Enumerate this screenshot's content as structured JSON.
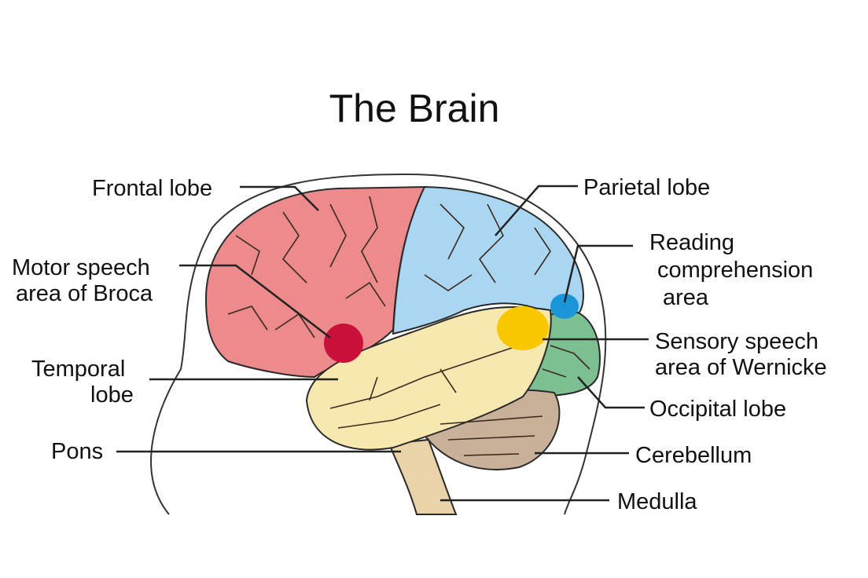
{
  "title": "The Brain",
  "labels": {
    "frontal": "Frontal lobe",
    "parietal": "Parietal lobe",
    "broca_1": "Motor speech",
    "broca_2": "area of Broca",
    "reading_1": "Reading",
    "reading_2": "comprehension",
    "reading_3": "area",
    "temporal_1": "Temporal",
    "temporal_2": "lobe",
    "wernicke_1": "Sensory speech",
    "wernicke_2": "area of Wernicke",
    "occipital": "Occipital lobe",
    "pons": "Pons",
    "cerebellum": "Cerebellum",
    "medulla": "Medulla"
  },
  "colors": {
    "frontal": "#ec8a8c",
    "parietal": "#aad6f2",
    "temporal": "#f6e8ae",
    "occipital": "#7cbf90",
    "cerebellum": "#c9b099",
    "brainstem": "#ead3a8",
    "broca": "#c8103a",
    "wernicke": "#f7c800",
    "reading": "#1a96d8"
  }
}
